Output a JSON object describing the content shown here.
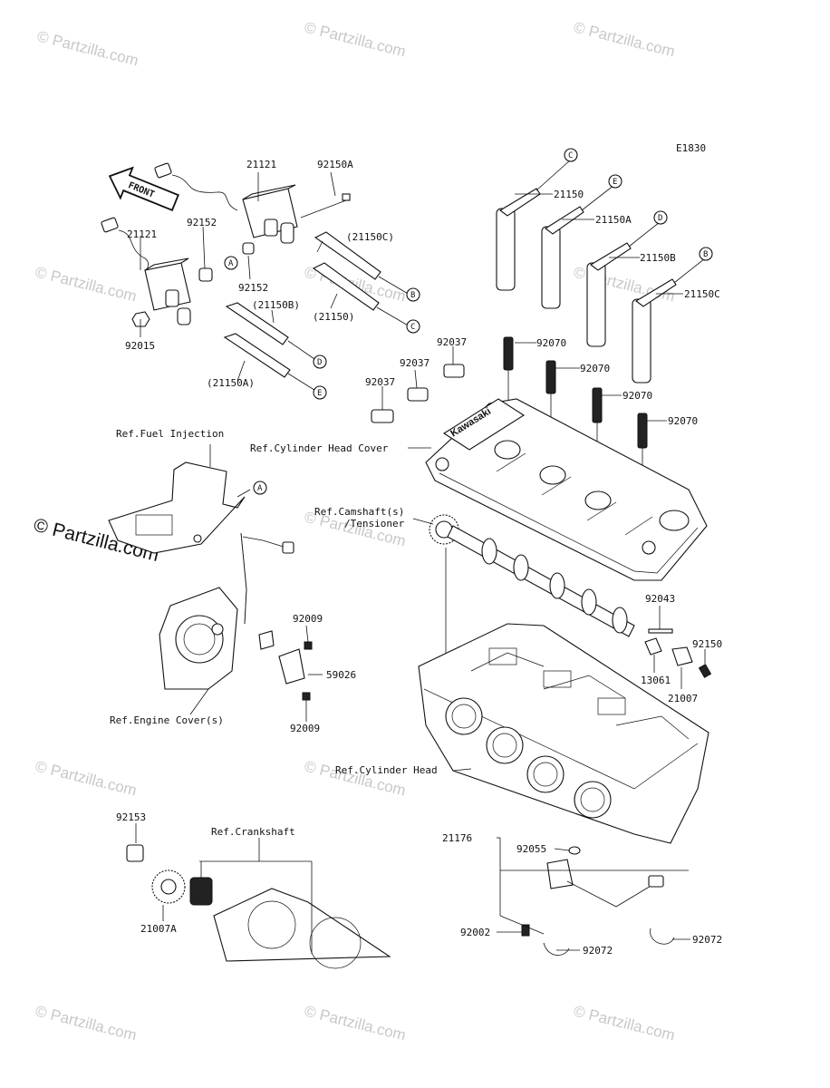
{
  "diagram_code": "E1830",
  "front_arrow_label": "FRONT",
  "watermark": "© Partzilla.com",
  "watermark_big": "© Partzilla.com",
  "brand_on_cover": "Kawasaki",
  "circle_letters": [
    "A",
    "B",
    "C",
    "D",
    "E"
  ],
  "labels": {
    "l_21121_a": "21121",
    "l_21121_b": "21121",
    "l_92150A": "92150A",
    "l_92152_a": "92152",
    "l_92152_b": "92152",
    "l_92015": "92015",
    "l_21150C_p": "(21150C)",
    "l_21150B_p": "(21150B)",
    "l_21150_p": "(21150)",
    "l_21150A_p": "(21150A)",
    "l_21150": "21150",
    "l_21150A": "21150A",
    "l_21150B": "21150B",
    "l_21150C": "21150C",
    "l_92037_a": "92037",
    "l_92037_b": "92037",
    "l_92037_c": "92037",
    "l_92070_a": "92070",
    "l_92070_b": "92070",
    "l_92070_c": "92070",
    "l_92070_d": "92070",
    "l_ref_fuel": "Ref.Fuel Injection",
    "l_ref_chc": "Ref.Cylinder Head Cover",
    "l_ref_cam": "Ref.Camshaft(s)",
    "l_ref_cam2": "/Tensioner",
    "l_92009_a": "92009",
    "l_92009_b": "92009",
    "l_59026": "59026",
    "l_ref_eng": "Ref.Engine Cover(s)",
    "l_92043": "92043",
    "l_92150": "92150",
    "l_13061": "13061",
    "l_21007": "21007",
    "l_ref_ch": "Ref.Cylinder Head",
    "l_92153": "92153",
    "l_ref_crank": "Ref.Crankshaft",
    "l_21007A": "21007A",
    "l_21176": "21176",
    "l_92055": "92055",
    "l_92002": "92002",
    "l_92072_a": "92072",
    "l_92072_b": "92072"
  }
}
